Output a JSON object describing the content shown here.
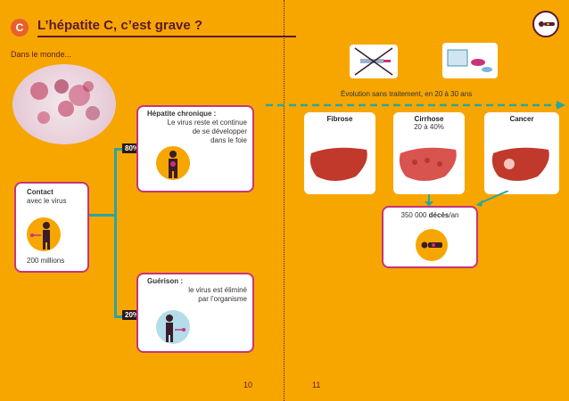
{
  "header": {
    "badge": "C",
    "title": "L’hépatite C, c’est grave ?"
  },
  "subtitle": "Dans le monde...",
  "contact": {
    "title": "Contact",
    "sub": "avec le virus",
    "count": "200 millions"
  },
  "chronic": {
    "pct": "80%",
    "title": "Hépatite chronique :",
    "line1": "Le virus reste et continue",
    "line2": "de se développer",
    "line3": "dans le foie"
  },
  "healing": {
    "pct": "20%",
    "title": "Guérison :",
    "line1": "le virus est éliminé",
    "line2": "par l’organisme"
  },
  "evolution_label": "Évolution sans traitement, en 20 à 30 ans",
  "stages": [
    {
      "title": "Fibrose",
      "sub": ""
    },
    {
      "title": "Cirrhose",
      "sub": "20 à 40%"
    },
    {
      "title": "Cancer",
      "sub": ""
    }
  ],
  "deaths": {
    "count": "350 000",
    "word": "décès",
    "suffix": "/an"
  },
  "pages": {
    "left": "10",
    "right": "11"
  },
  "colors": {
    "background": "#f7a600",
    "accent": "#c7347a",
    "teal": "#2aa6a0",
    "dark": "#5a1a2e"
  }
}
